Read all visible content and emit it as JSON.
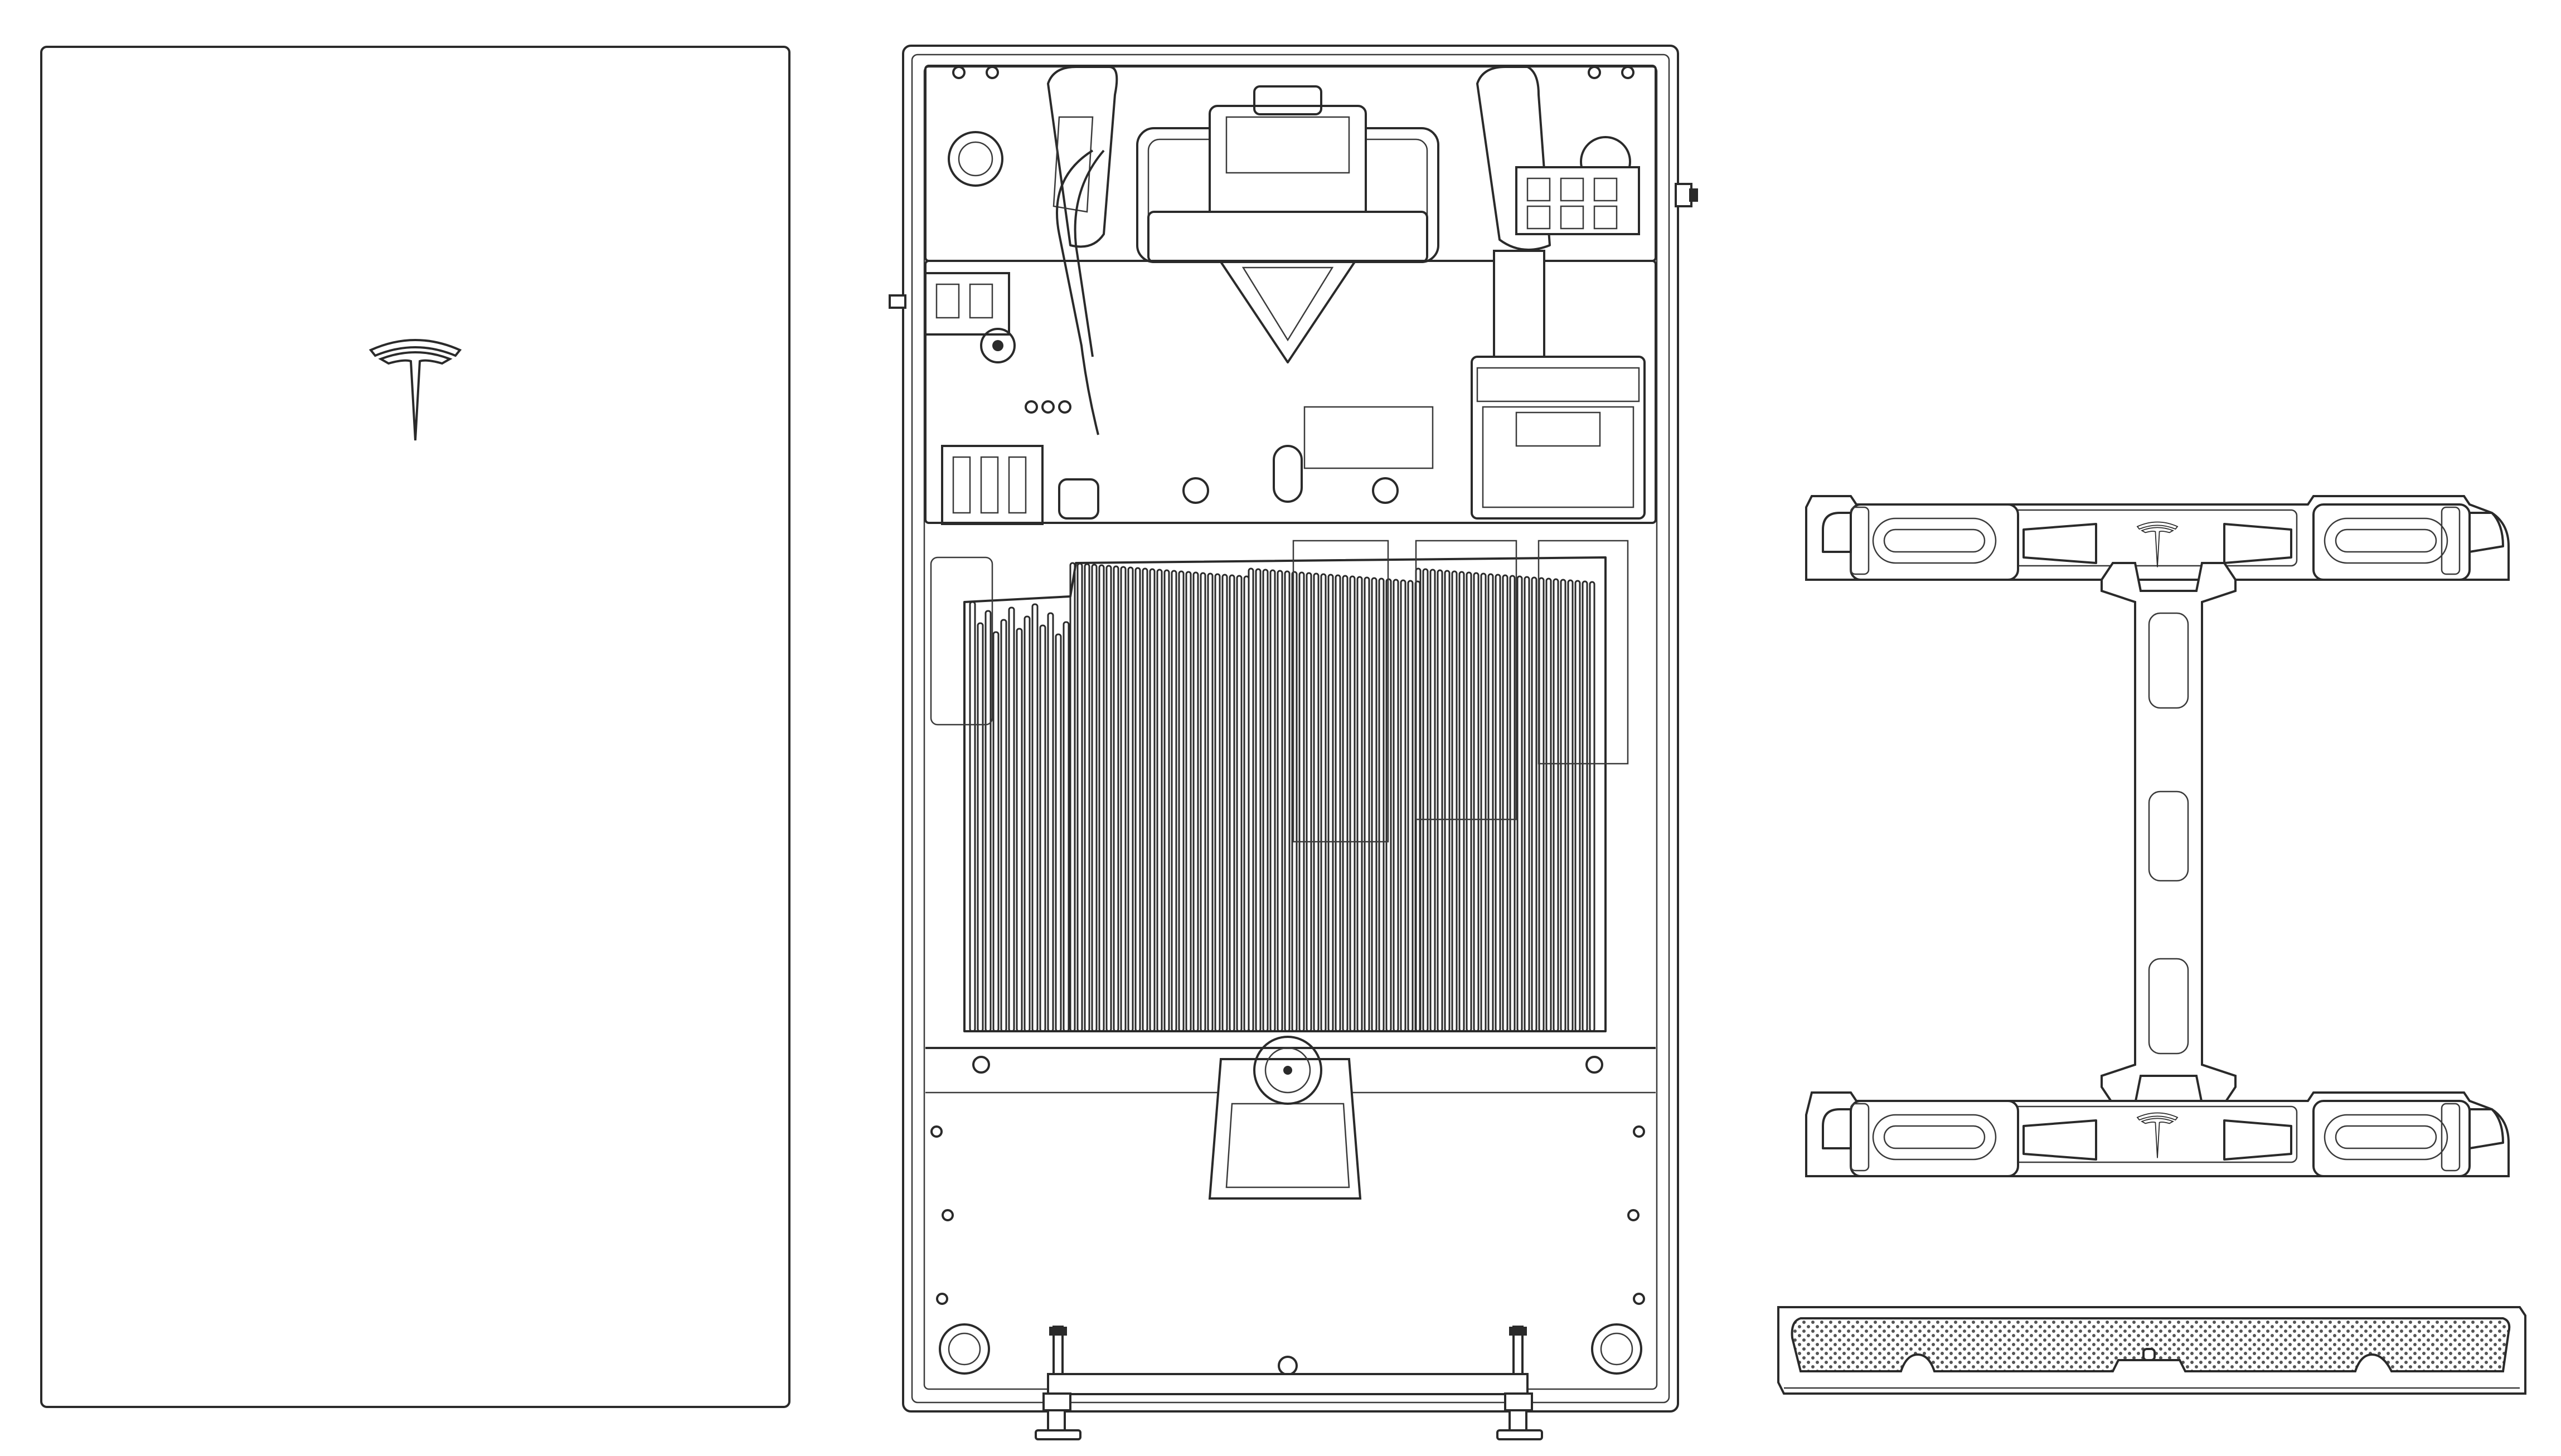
{
  "figure": {
    "views": [
      {
        "id": "front-cover",
        "description_label": ""
      },
      {
        "id": "internal-assembly",
        "description_label": ""
      },
      {
        "id": "mounting-bracket",
        "description_label": ""
      },
      {
        "id": "bottom-vent-grille",
        "description_label": ""
      }
    ],
    "logo": "tesla-t-logo",
    "colors": {
      "line": "#2a2a2a",
      "background": "#ffffff"
    }
  }
}
